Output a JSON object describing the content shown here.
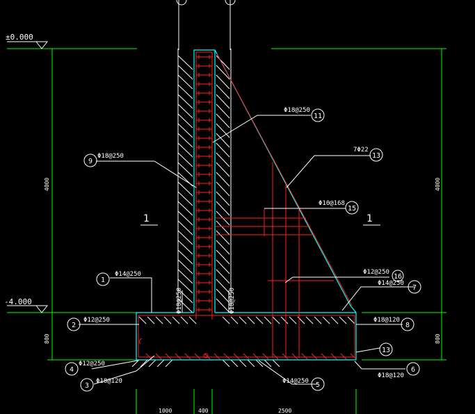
{
  "levels": {
    "top": "±0.000",
    "bottom": "-4.000"
  },
  "section_marks": [
    "1",
    "1"
  ],
  "dimensions": {
    "left_height": "4000",
    "right_height": "4000",
    "left_base": "800",
    "right_base": "800",
    "bottom_1": "1000",
    "bottom_2": "400",
    "bottom_3": "2500"
  },
  "rebar_labels": {
    "r1": "Φ14@250",
    "r2": "Φ12@250",
    "r3": "Φ18@120",
    "r4": "Φ12@250",
    "r5": "Φ14@250",
    "r6": "Φ18@120",
    "r7": "Φ14@250",
    "r8": "Φ18@120",
    "r9": "Φ18@250",
    "r11": "Φ18@250",
    "r13": "7Φ22",
    "r15": "Φ10@168",
    "r16": "Φ12@250",
    "v_left": "Φ18@250",
    "v_right": "Φ18@250"
  },
  "callouts": [
    "1",
    "2",
    "3",
    "4",
    "5",
    "6",
    "7",
    "8",
    "9",
    "11",
    "13",
    "15",
    "13",
    "16"
  ]
}
